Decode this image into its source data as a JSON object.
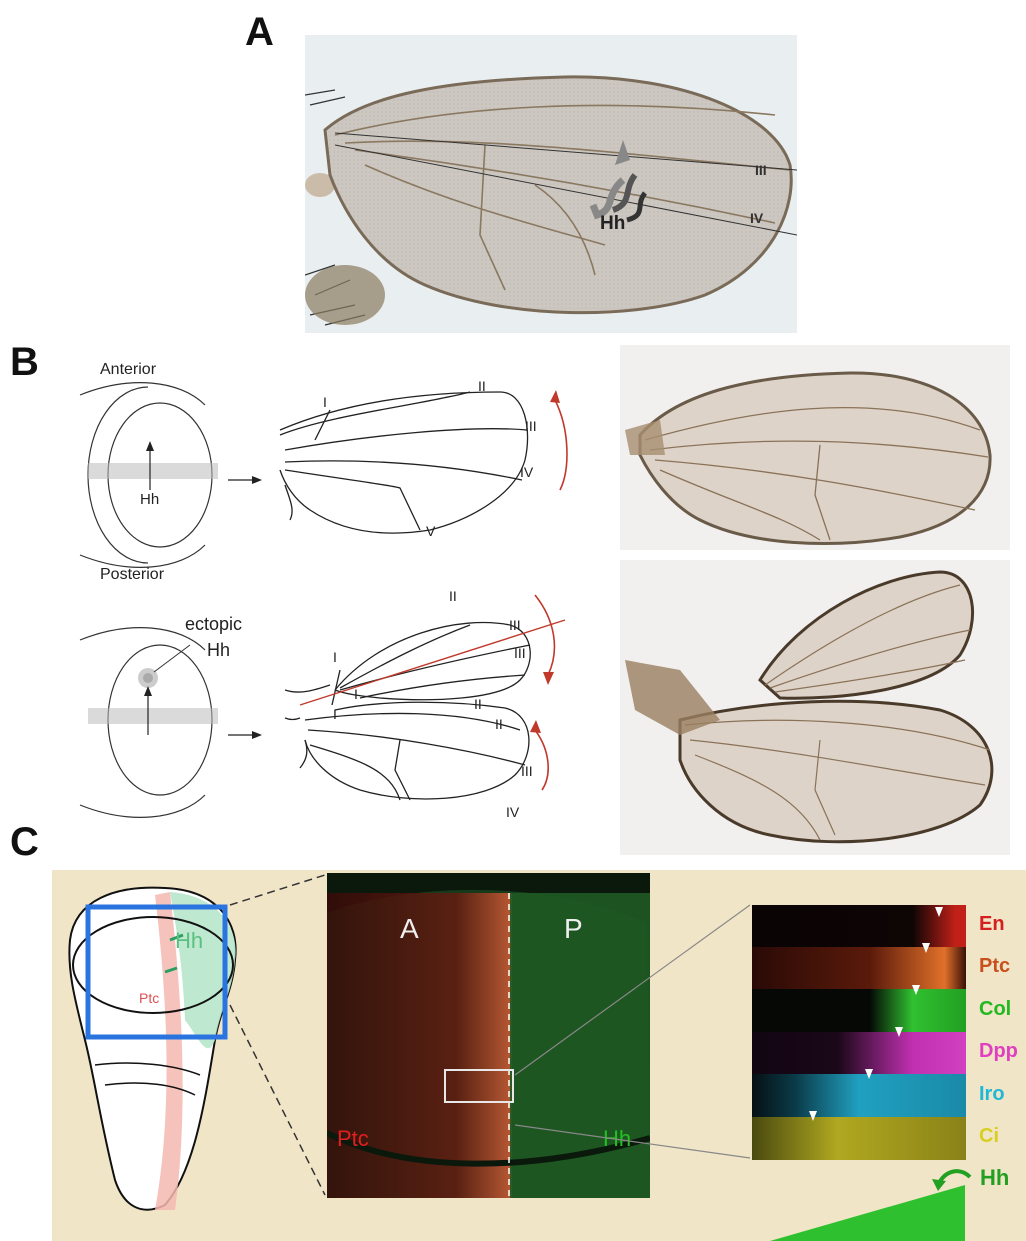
{
  "panels": {
    "a": "A",
    "b": "B",
    "c": "C"
  },
  "panel_a": {
    "veins": [
      "III",
      "IV"
    ],
    "signal": "Hh"
  },
  "panel_b": {
    "disc_labels": {
      "anterior": "Anterior",
      "posterior": "Posterior",
      "hh": "Hh",
      "ectopic_line1": "ectopic",
      "ectopic_line2": "Hh"
    },
    "wing_top_veins": [
      "I",
      "II",
      "III",
      "IV",
      "V"
    ],
    "wing_bottom_veins": {
      "upper": [
        "I",
        "II",
        "III",
        "III",
        "I",
        "II"
      ],
      "lower": [
        "I",
        "II",
        "III",
        "IV"
      ]
    }
  },
  "panel_c": {
    "cartoon": {
      "hh": "Hh",
      "ptc": "Ptc"
    },
    "confocal": {
      "a": "A",
      "p": "P",
      "ptc": "Ptc",
      "hh": "Hh"
    },
    "strips": [
      {
        "label": "En",
        "color": "#d62020"
      },
      {
        "label": "Ptc",
        "color": "#c8501e"
      },
      {
        "label": "Col",
        "color": "#22b822"
      },
      {
        "label": "Dpp",
        "color": "#e040c0"
      },
      {
        "label": "Iro",
        "color": "#20b8d8"
      },
      {
        "label": "Ci",
        "color": "#d8d020"
      }
    ],
    "gradient_label": "Hh"
  }
}
